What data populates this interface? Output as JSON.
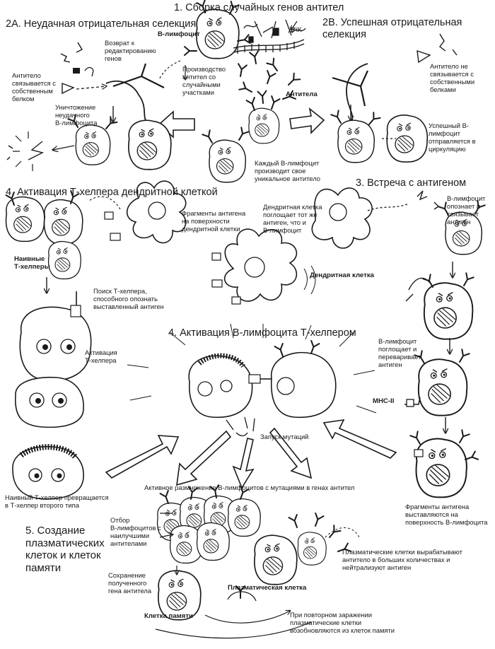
{
  "headings": {
    "s1": "1. Сборка случайных генов антител",
    "s2a": "2A. Неудачная отрицательная селекция",
    "s2b": "2B. Успешная отрицательная селекция",
    "s3": "3. Встреча с антигеном",
    "s4t": "4. Активация Т-хелпера дендритной клеткой",
    "s4b": "4. Активация B-лимфоцита Т-хелпером",
    "s5": "5. Создание\nплазматических\nклеток и клеток\nпамяти"
  },
  "labels": {
    "b_lymphocyte": "B-лимфоцит",
    "dna": "ДНК",
    "return_edit": "Возврат к\nредактированию\nгенов",
    "production": "Производство\nантител со\nслучайными\nучастками",
    "antibodies": "Антитела",
    "each_b": "Каждый B-лимфоцит\nпроизводит свое\nуникальное антитело",
    "ab_binds_self": "Антитело\nсвязывается с\nсобственным\nбелком",
    "destroy_failed": "Уничтожение\nнеудачного\nB-лимфоцита",
    "ab_not_bind": "Антитело не\nсвязывается с\nсобственными\nбелками",
    "success_b": "Успешный B-лимфоцит\nотправляется в\nциркуляцию",
    "b_recognized": "B-лимфоцит\nопознает и\nсвязывает\nантиген",
    "dc_engulfs": "Дендритная клетка\nпоглощает тот же\nантиген, что и\nB-лимфоцит",
    "fragments_dc": "Фрагменты антигена\nна поверхности\nдендритной клетки",
    "dendritic_cell": "Дендритная клетка",
    "naive_t": "Наивные\nТ-хелперы",
    "search_t": "Поиск Т-хелпера,\nспособного опознать\nвыставленный антиген",
    "t_activation": "Активация\nТ-хелпера",
    "b_engulfs": "B-лимфоцит\nпоглощает и\nпереваривает\nантиген",
    "mhc": "MHC-II",
    "mutations": "Запуск мутаций",
    "naive_to_t2": "Наивный Т-хелпер превращается\nв Т-хелпер второго типа",
    "fragments_b": "Фрагменты антигена\nвыставляются на\nповерхность B-лимфоцита",
    "proliferation": "Активное размножение B-лимфоцитов с мутациями в генах антител",
    "selection": "Отбор\nB-лимфоцитов с\nнаилучшими\nантителами",
    "saving": "Сохранение\nполученного\nгена антитела",
    "plasma_produce": "Плазматические клетки вырабатывают\nантитело в больших количествах и\nнейтрализуют антиген",
    "plasma_cell": "Плазматическая клетка",
    "memory_cell": "Клетка памяти",
    "reinfection": "При повторном заражении\nплазматические клетки\nвозобновляются из клеток памяти"
  },
  "colors": {
    "ink": "#1a1a1a",
    "paper": "#ffffff"
  }
}
